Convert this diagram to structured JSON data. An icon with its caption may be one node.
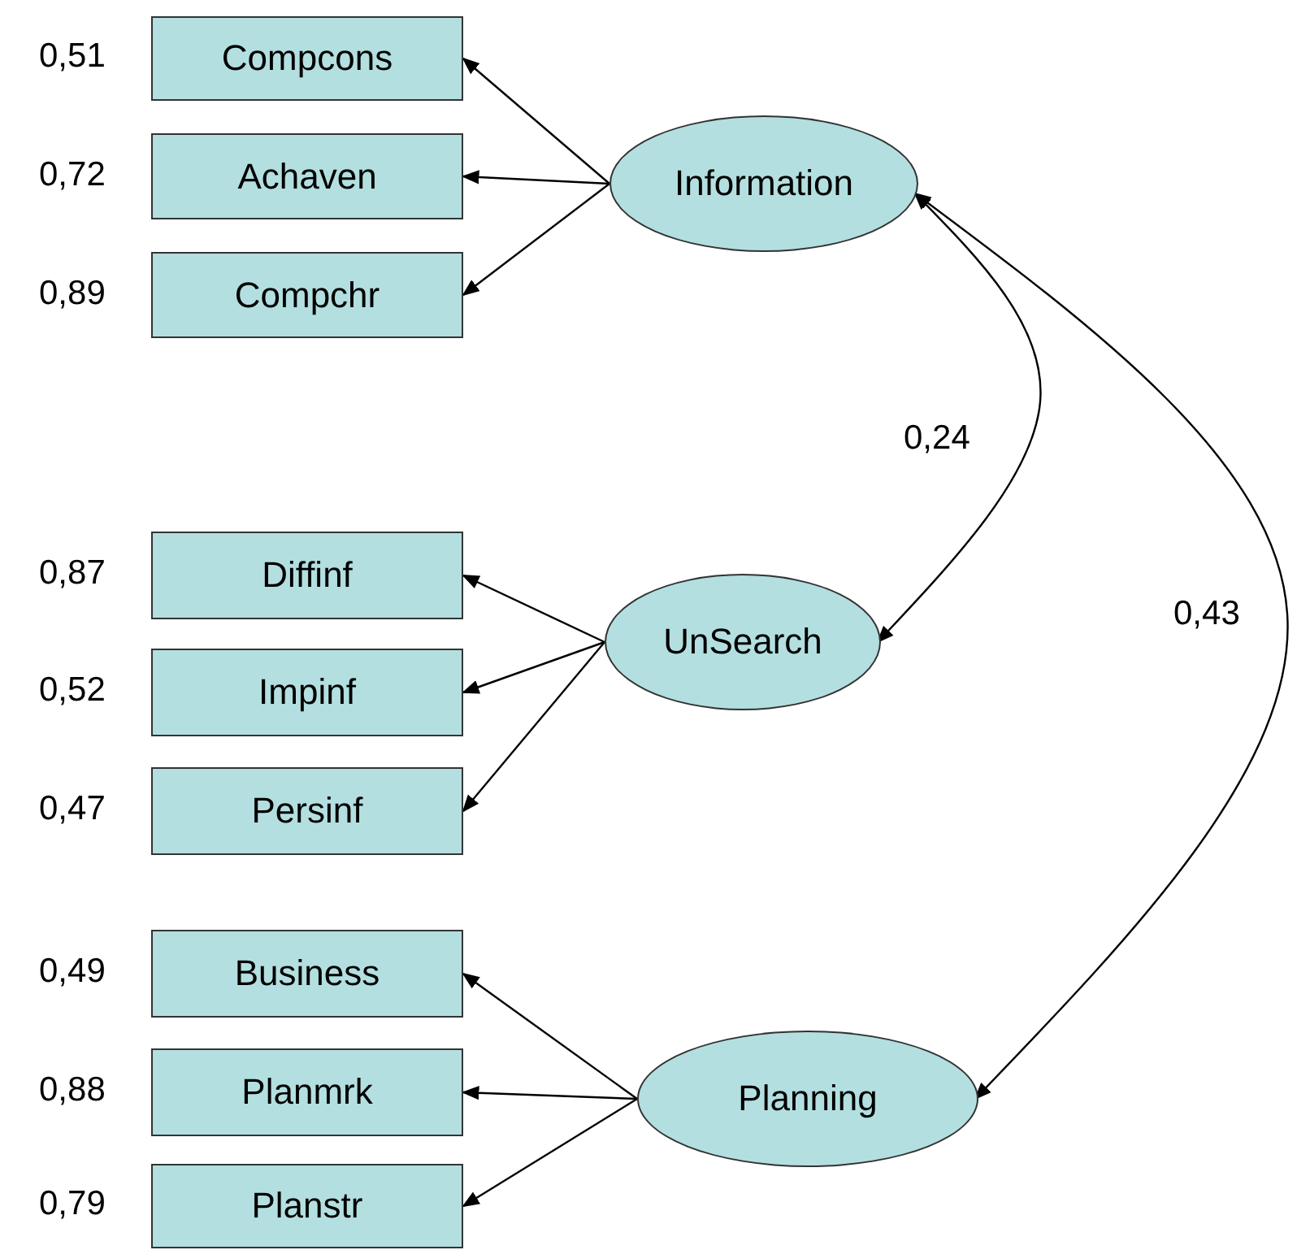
{
  "diagram": {
    "nodes": [
      {
        "text": [
          "Compcons"
        ],
        "beside": [
          "0,51"
        ]
      },
      {
        "text": [
          "Achaven"
        ],
        "beside": [
          "0,72"
        ]
      },
      {
        "text": [
          "Compchr"
        ],
        "beside": [
          "0,89"
        ]
      },
      {
        "text": [
          "Information"
        ]
      },
      {
        "text": [
          "Diffinf"
        ],
        "beside": [
          "0,87"
        ]
      },
      {
        "text": [
          "Impinf"
        ],
        "beside": [
          "0,52"
        ]
      },
      {
        "text": [
          "Persinf"
        ],
        "beside": [
          "0,47"
        ]
      },
      {
        "text": [
          "UnSearch"
        ]
      },
      {
        "text": [
          "Business"
        ],
        "beside": [
          "0,49"
        ]
      },
      {
        "text": [
          "Planmrk"
        ],
        "beside": [
          "0,88"
        ]
      },
      {
        "text": [
          "Planstr"
        ],
        "beside": [
          "0,79"
        ]
      },
      {
        "text": [
          "Planning"
        ]
      }
    ],
    "edges": [
      {
        "from": 3,
        "to": 0,
        "arrow": "to"
      },
      {
        "from": 3,
        "to": 1,
        "arrow": "to"
      },
      {
        "from": 3,
        "to": 2,
        "arrow": "to"
      },
      {
        "from": 7,
        "to": 4,
        "arrow": "to"
      },
      {
        "from": 7,
        "to": 5,
        "arrow": "to"
      },
      {
        "from": 7,
        "to": 6,
        "arrow": "to"
      },
      {
        "from": 11,
        "to": 8,
        "arrow": "to"
      },
      {
        "from": 11,
        "to": 9,
        "arrow": "to"
      },
      {
        "from": 11,
        "to": 10,
        "arrow": "to"
      },
      {
        "from": 3,
        "to": 7,
        "label": "0,24",
        "arrow": "both"
      },
      {
        "from": 3,
        "to": 11,
        "label": "0,43",
        "arrow": "both"
      }
    ]
  }
}
